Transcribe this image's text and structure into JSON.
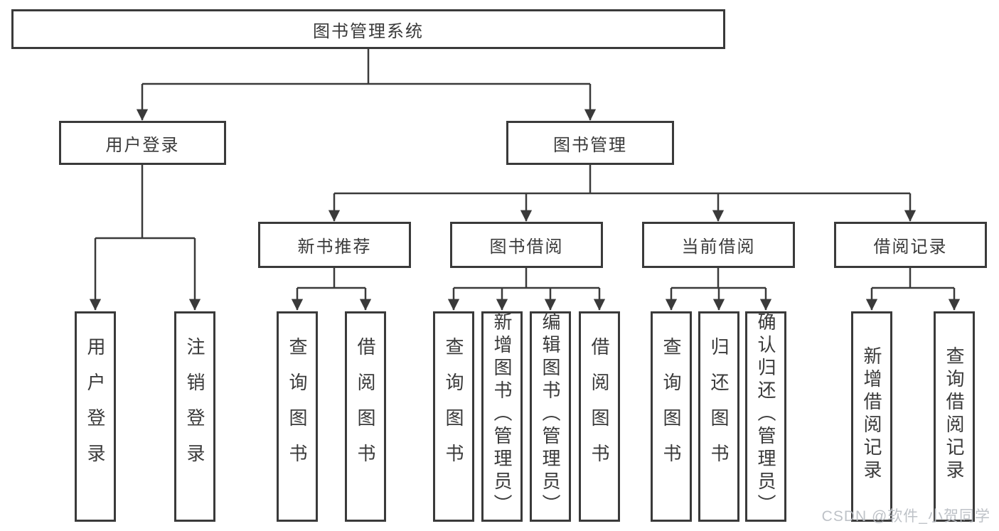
{
  "diagram": {
    "type": "tree",
    "root": {
      "label": "图书管理系统"
    },
    "level2": [
      {
        "id": "user-login",
        "label": "用户登录",
        "parent": "图书管理系统"
      },
      {
        "id": "book-management",
        "label": "图书管理",
        "parent": "图书管理系统"
      }
    ],
    "level3": [
      {
        "id": "new-book-recommend",
        "label": "新书推荐",
        "parent": "图书管理"
      },
      {
        "id": "book-borrow",
        "label": "图书借阅",
        "parent": "图书管理"
      },
      {
        "id": "current-borrow",
        "label": "当前借阅",
        "parent": "图书管理"
      },
      {
        "id": "borrow-records",
        "label": "借阅记录",
        "parent": "图书管理"
      }
    ],
    "leaves": [
      {
        "label": "用户登录",
        "parent": "用户登录"
      },
      {
        "label": "注销登录",
        "parent": "用户登录"
      },
      {
        "label": "查询图书",
        "parent": "新书推荐"
      },
      {
        "label": "借阅图书",
        "parent": "新书推荐"
      },
      {
        "label": "查询图书",
        "parent": "图书借阅"
      },
      {
        "label": "新增图书（管理员）",
        "parent": "图书借阅"
      },
      {
        "label": "编辑图书（管理员）",
        "parent": "图书借阅"
      },
      {
        "label": "借阅图书",
        "parent": "图书借阅"
      },
      {
        "label": "查询图书",
        "parent": "当前借阅"
      },
      {
        "label": "归还图书",
        "parent": "当前借阅"
      },
      {
        "label": "确认归还（管理员）",
        "parent": "当前借阅"
      },
      {
        "label": "新增借阅记录",
        "parent": "借阅记录"
      },
      {
        "label": "查询借阅记录",
        "parent": "借阅记录"
      }
    ],
    "watermark": "CSDN @软件_小贺同学",
    "colors": {
      "line": "#3a3a3a",
      "box_background": "#ffffff",
      "text": "#3a3a3a",
      "watermark": "#b9bdc3"
    }
  }
}
